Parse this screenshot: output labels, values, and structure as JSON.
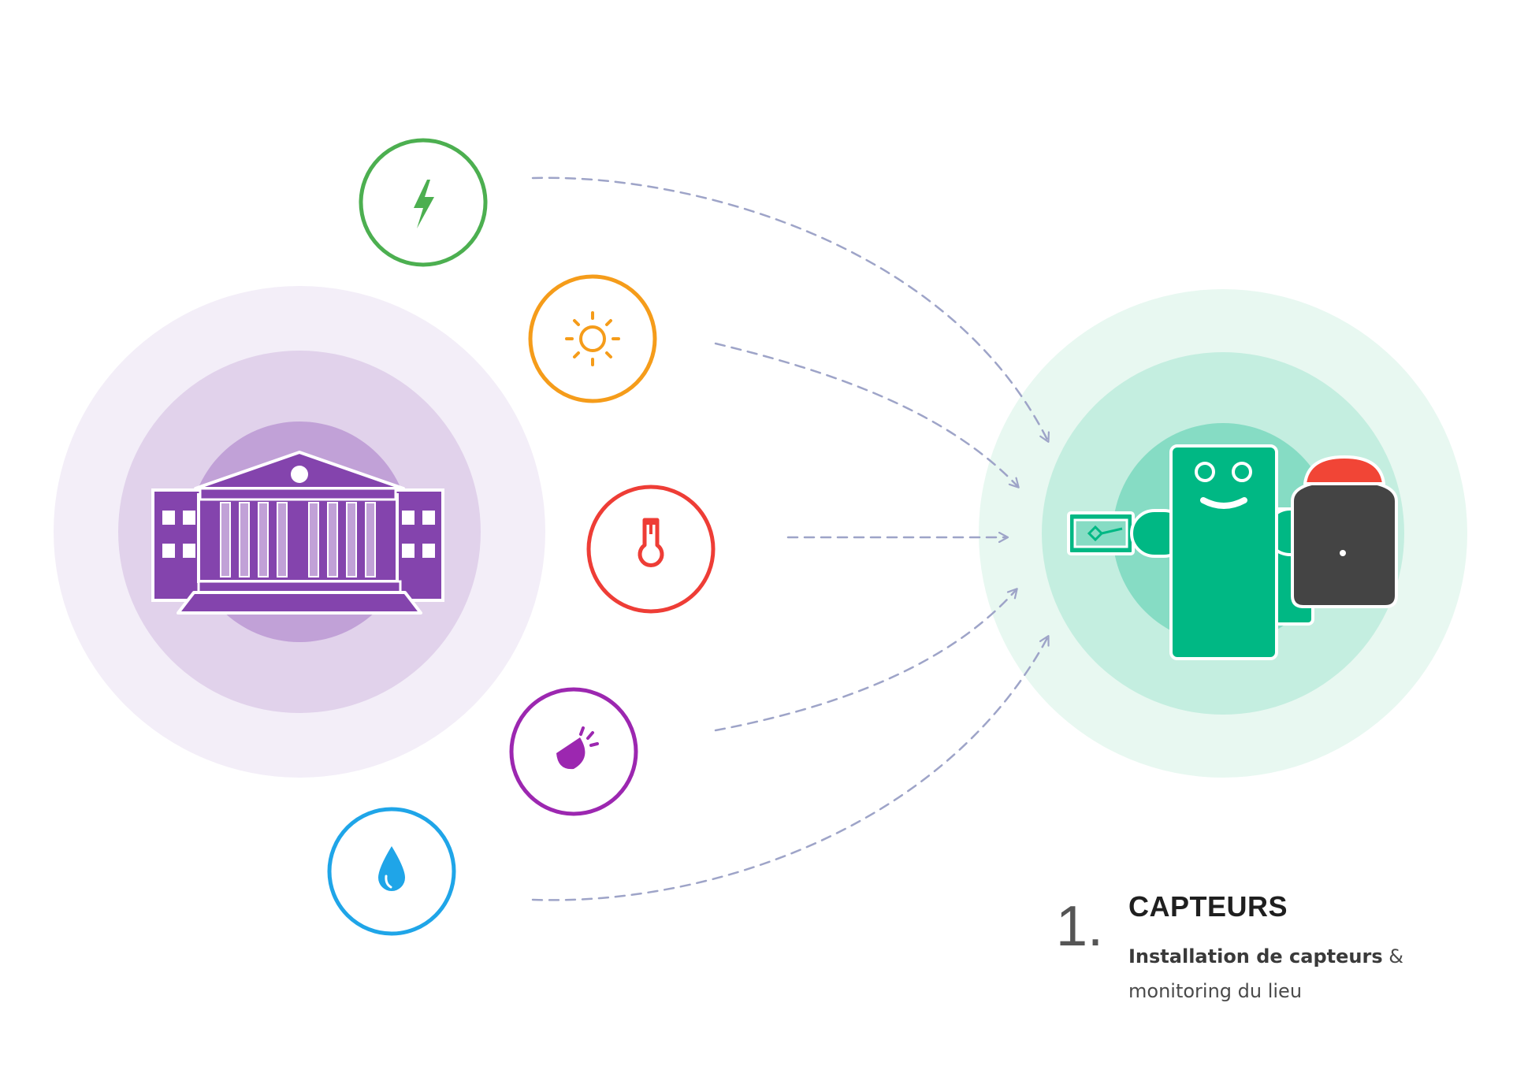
{
  "colors": {
    "venue_outer": "#f3eef8",
    "venue_middle": "#e1d2eb",
    "venue_inner": "#c1a1d7",
    "venue_building": "#8444ad",
    "device_outer": "#e8f8f1",
    "device_middle": "#c4eee0",
    "device_inner": "#86dcc4",
    "device_body": "#00b884",
    "device_dark": "#444444",
    "device_red": "#f14536",
    "arrow": "#9ea4c8",
    "electricity": "#4caf50",
    "light": "#f59c1a",
    "temperature": "#ee3d36",
    "sound": "#9c27b0",
    "humidity": "#1fa5e8"
  },
  "icons": {
    "venue": "museum-building-icon",
    "device": "sensor-robot-icon",
    "sensors": [
      "lightning-bolt-icon",
      "sun-icon",
      "thermometer-icon",
      "speaker-icon",
      "water-drop-icon"
    ]
  },
  "caption": {
    "number": "1.",
    "title": "CAPTEURS",
    "desc_bold": "Installation de capteurs",
    "desc_rest": " & monitoring du lieu"
  }
}
